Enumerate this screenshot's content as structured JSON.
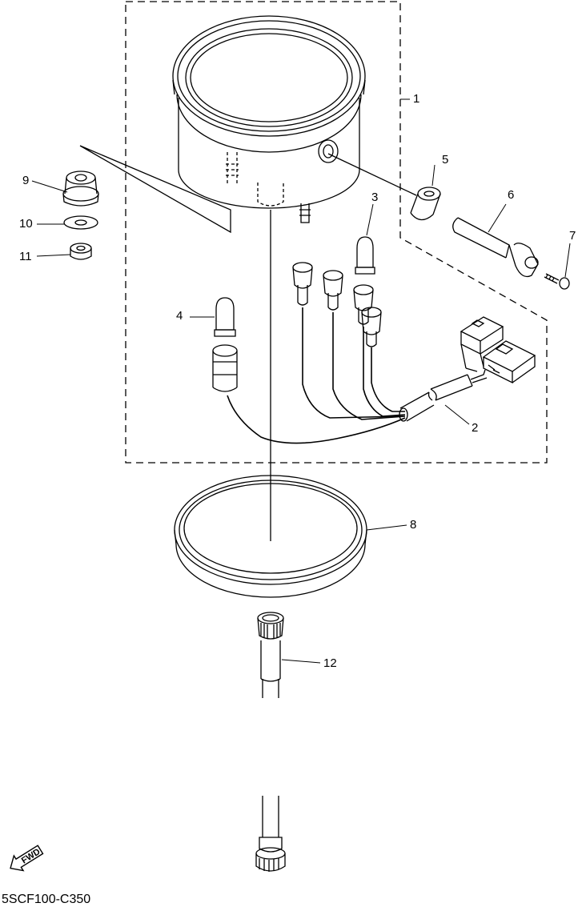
{
  "diagram": {
    "code": "5SCF100-C350",
    "direction_label": "FWD",
    "callouts": [
      {
        "id": "c1",
        "label": "1"
      },
      {
        "id": "c2",
        "label": "2"
      },
      {
        "id": "c3",
        "label": "3"
      },
      {
        "id": "c4",
        "label": "4"
      },
      {
        "id": "c5",
        "label": "5"
      },
      {
        "id": "c6",
        "label": "6"
      },
      {
        "id": "c7",
        "label": "7"
      },
      {
        "id": "c8",
        "label": "8"
      },
      {
        "id": "c9",
        "label": "9"
      },
      {
        "id": "c10",
        "label": "10"
      },
      {
        "id": "c11",
        "label": "11"
      },
      {
        "id": "c12",
        "label": "12"
      }
    ]
  }
}
